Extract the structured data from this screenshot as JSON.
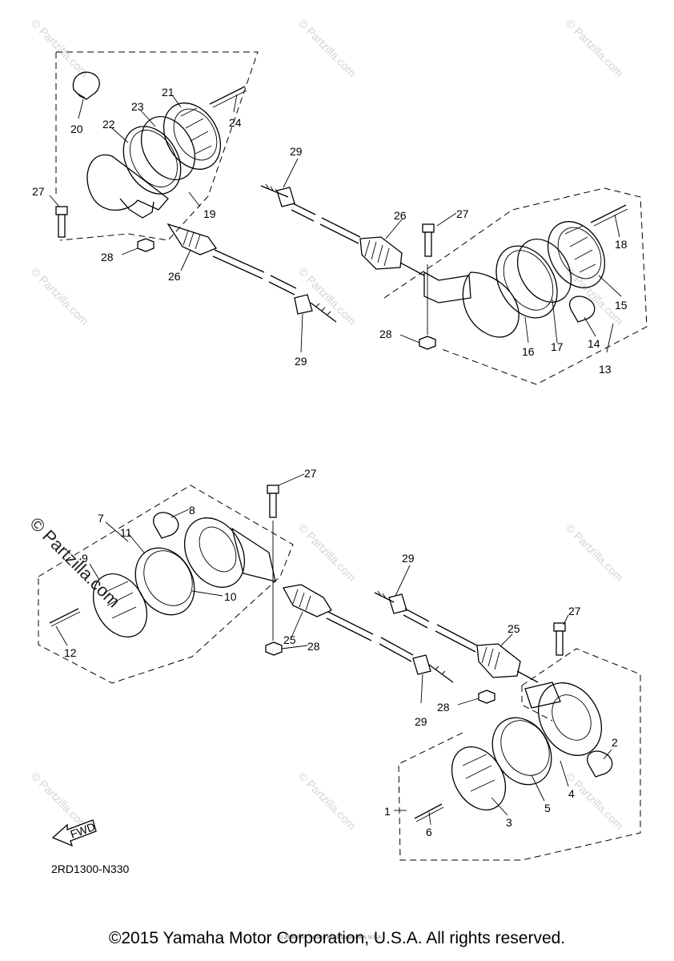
{
  "watermark": "© Partzilla.com",
  "watermark_large": "© Partzilla.com",
  "diagram_code": "2RD1300-N330",
  "fwd_label": "FWD",
  "small_credit": "(c) 2008-2016 Yamaha Motor Corporation, U.S.A.",
  "copyright": "©2015 Yamaha Motor Corporation, U.S.A. All rights reserved.",
  "labels": {
    "p20": "20",
    "p21": "21",
    "p22": "22",
    "p23": "23",
    "p24": "24",
    "p27a": "27",
    "p19": "19",
    "p28a": "28",
    "p26a": "26",
    "p29a": "29",
    "p29b": "29",
    "p26b": "26",
    "p27b": "27",
    "p18": "18",
    "p15": "15",
    "p16": "16",
    "p17": "17",
    "p14": "14",
    "p13": "13",
    "p28b": "28",
    "p27c": "27",
    "p7": "7",
    "p8": "8",
    "p11": "11",
    "p9": "9",
    "p10": "10",
    "p12": "12",
    "p25a": "25",
    "p28c": "28",
    "p29c": "29",
    "p29d": "29",
    "p25b": "25",
    "p27d": "27",
    "p28d": "28",
    "p2": "2",
    "p4": "4",
    "p5": "5",
    "p3": "3",
    "p6": "6",
    "p1": "1"
  }
}
